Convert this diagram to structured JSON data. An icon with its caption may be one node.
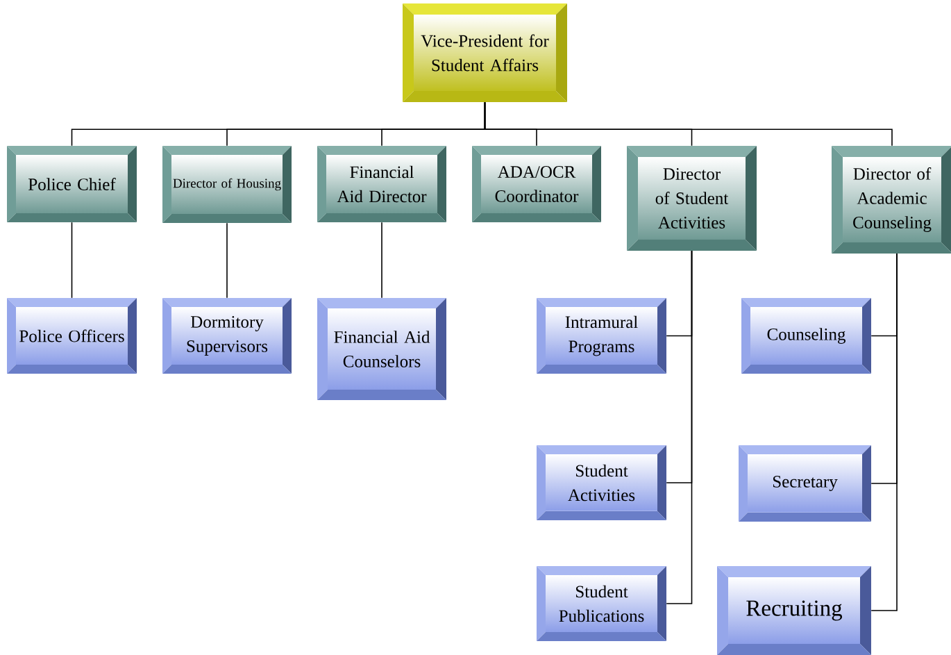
{
  "diagram": {
    "nodes": [
      {
        "text": [
          "Vice-President for Student Affairs"
        ]
      },
      {
        "text": [
          "Police Chief"
        ]
      },
      {
        "text": [
          "Director of Housing"
        ]
      },
      {
        "text": [
          "Financial Aid Director"
        ]
      },
      {
        "text": [
          "ADA/OCR Coordinator"
        ]
      },
      {
        "text": [
          "Director of Student Activities"
        ]
      },
      {
        "text": [
          "Director of Academic Counseling"
        ]
      },
      {
        "text": [
          "Police Officers"
        ]
      },
      {
        "text": [
          "Dormitory Supervisors"
        ]
      },
      {
        "text": [
          "Financial Aid Counselors"
        ]
      },
      {
        "text": [
          "Intramural Programs"
        ]
      },
      {
        "text": [
          "Counseling"
        ]
      },
      {
        "text": [
          "Student Activities"
        ]
      },
      {
        "text": [
          "Secretary"
        ]
      },
      {
        "text": [
          "Student Publications"
        ]
      },
      {
        "text": [
          "Recruiting"
        ]
      }
    ],
    "edges": [
      {
        "from": 0,
        "to": 1,
        "arrow": "none"
      },
      {
        "from": 0,
        "to": 2,
        "arrow": "none"
      },
      {
        "from": 0,
        "to": 3,
        "arrow": "none"
      },
      {
        "from": 0,
        "to": 4,
        "arrow": "none"
      },
      {
        "from": 0,
        "to": 5,
        "arrow": "none"
      },
      {
        "from": 0,
        "to": 6,
        "arrow": "none"
      },
      {
        "from": 1,
        "to": 7,
        "arrow": "none"
      },
      {
        "from": 2,
        "to": 8,
        "arrow": "none"
      },
      {
        "from": 3,
        "to": 9,
        "arrow": "none"
      },
      {
        "from": 5,
        "to": 10,
        "arrow": "none"
      },
      {
        "from": 5,
        "to": 12,
        "arrow": "none"
      },
      {
        "from": 5,
        "to": 14,
        "arrow": "none"
      },
      {
        "from": 6,
        "to": 11,
        "arrow": "none"
      },
      {
        "from": 6,
        "to": 13,
        "arrow": "none"
      },
      {
        "from": 6,
        "to": 15,
        "arrow": "none"
      }
    ]
  }
}
